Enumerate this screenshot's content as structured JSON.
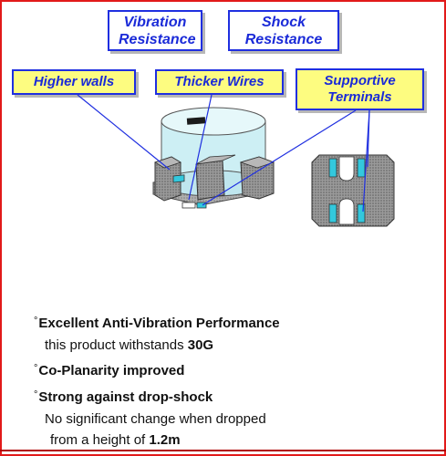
{
  "labels": {
    "vibration": "Vibration Resistance",
    "shock": "Shock Resistance",
    "higher_walls": "Higher walls",
    "thicker_wires": "Thicker Wires",
    "supportive_terminals": "Supportive Terminals"
  },
  "bullets": {
    "marker": "°",
    "item1_title": "Excellent Anti-Vibration Performance",
    "item1_detail_prefix": "this product withstands",
    "item1_detail_value": "30G",
    "item2_title": "Co-Planarity improved",
    "item3_title": "Strong against drop-shock",
    "item3_detail_line1": "No significant change when dropped",
    "item3_detail_line2_prefix": "from a height of",
    "item3_detail_line2_value": "1.2m"
  },
  "colors": {
    "label_text": "#1a2ad8",
    "label_border": "#1f2fe0",
    "yellow_fill": "#fdfc80",
    "frame": "#e21a1a",
    "dotted_gray": "#8c8c8c",
    "light_cyan": "#cdeff4",
    "terminal_cyan": "#33c8dd"
  }
}
